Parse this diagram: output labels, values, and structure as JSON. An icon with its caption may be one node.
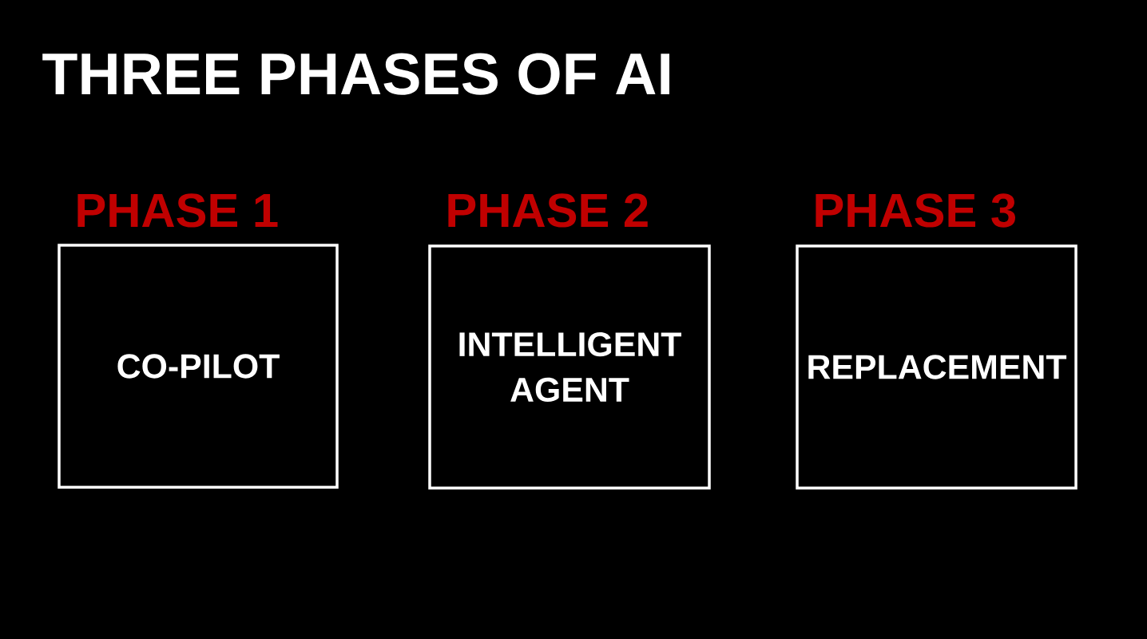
{
  "diagram": {
    "title": "THREE PHASES OF AI",
    "nodes": [
      {
        "text": [
          "PHASE 1",
          "CO-PILOT"
        ]
      },
      {
        "text": [
          "PHASE 2",
          "INTELLIGENT AGENT"
        ]
      },
      {
        "text": [
          "PHASE 3",
          "REPLACEMENT"
        ]
      }
    ]
  }
}
